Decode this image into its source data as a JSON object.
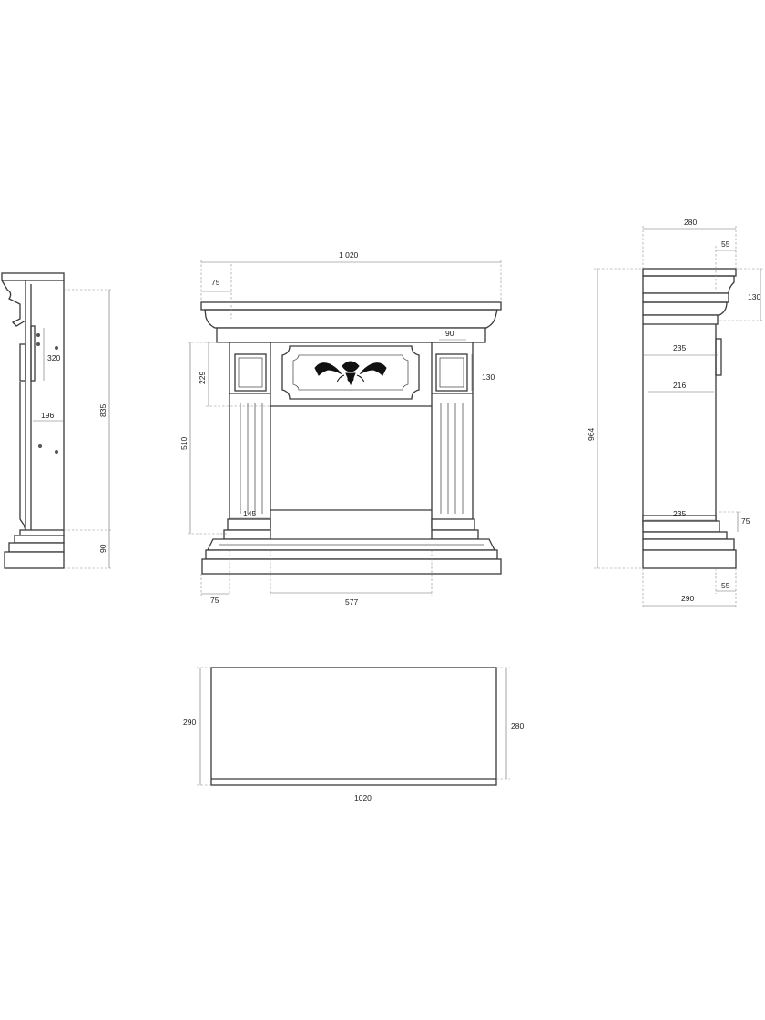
{
  "front_view": {
    "overall_width": "1 020",
    "cornice_offset": "75",
    "leg_panel_width": "90",
    "panel_height": "130",
    "upper_frieze_height": "229",
    "opening_height": "510",
    "leg_width": "145",
    "plinth_offset": "75",
    "opening_width": "577"
  },
  "left_side_view": {
    "overall_height": "835",
    "bracket_height": "320",
    "inner_depth": "196",
    "plinth_height": "90"
  },
  "right_side_view": {
    "top_depth": "280",
    "top_overhang": "55",
    "cornice_height": "130",
    "overall_height": "964",
    "upper_depth": "235",
    "inner_depth": "216",
    "lower_depth": "235",
    "base_height": "75",
    "base_overhang": "55",
    "base_depth": "290"
  },
  "top_view": {
    "depth_left": "290",
    "depth_right": "280",
    "width": "1020"
  },
  "colors": {
    "line": "#3a3a3a",
    "dimension": "#6a6a6a",
    "ornament": "#111111"
  }
}
